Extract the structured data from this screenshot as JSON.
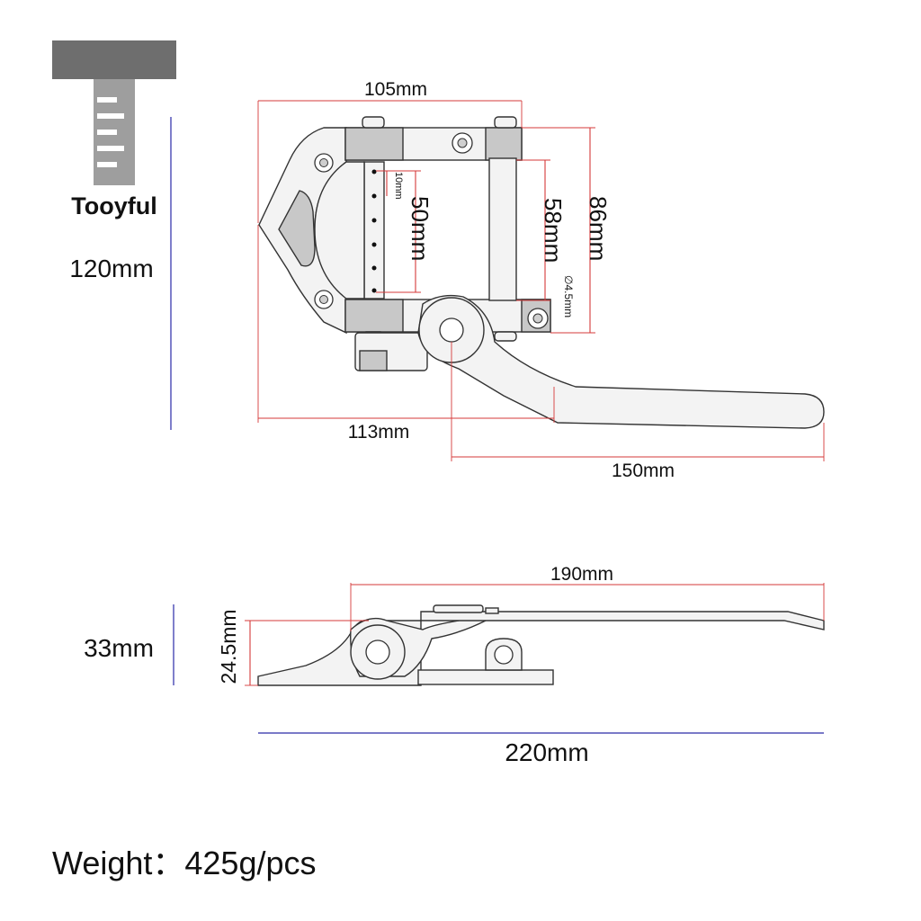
{
  "brand": {
    "name": "Tooyful",
    "colors": {
      "logo_dark": "#6e6e6e",
      "logo_light": "#a8a8a8"
    }
  },
  "colors": {
    "dimension_red": "#d63a3a",
    "dimension_blue": "#2a2aa8"
  },
  "dimensions": {
    "top_width": "105mm",
    "overall_height": "120mm",
    "bar_span": "50mm",
    "hole_pitch": "10mm",
    "inner_height": "58mm",
    "outer_height": "86mm",
    "hole_diameter": "∅4.5mm",
    "base_length": "113mm",
    "arm_length": "150mm",
    "side_length": "190mm",
    "side_height": "24.5mm",
    "total_height": "33mm",
    "total_length": "220mm"
  },
  "weight": {
    "text": "Weight：425g/pcs"
  }
}
